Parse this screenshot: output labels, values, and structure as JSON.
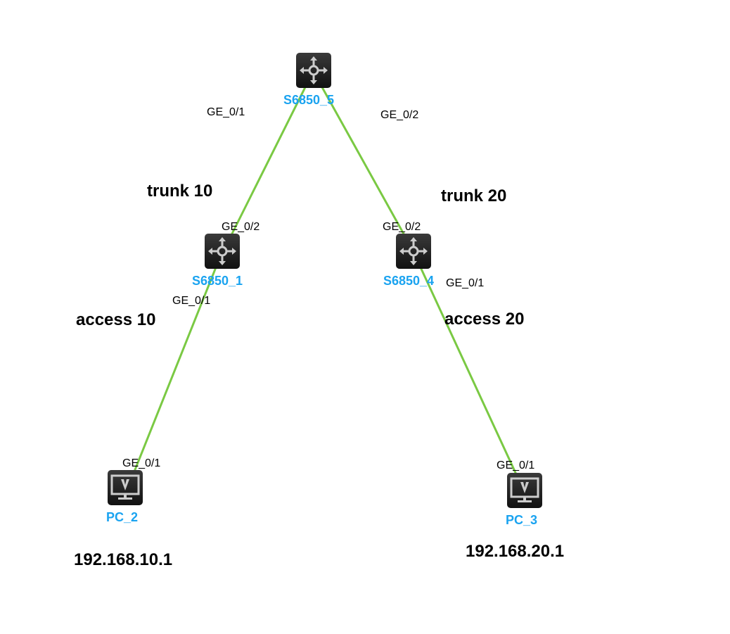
{
  "colors": {
    "link": "#7ac943",
    "device_name": "#1aa3f0"
  },
  "devices": {
    "s5": {
      "name": "S6850_5",
      "icon": "switch-icon"
    },
    "s1": {
      "name": "S6850_1",
      "icon": "switch-icon"
    },
    "s4": {
      "name": "S6850_4",
      "icon": "switch-icon"
    },
    "pc2": {
      "name": "PC_2",
      "icon": "pc-icon"
    },
    "pc3": {
      "name": "PC_3",
      "icon": "pc-icon"
    }
  },
  "ports": {
    "s5_left": "GE_0/1",
    "s5_right": "GE_0/2",
    "s1_up": "GE_0/2",
    "s1_down": "GE_0/1",
    "s4_up": "GE_0/2",
    "s4_down": "GE_0/1",
    "pc2": "GE_0/1",
    "pc3": "GE_0/1"
  },
  "annotations": {
    "trunk_left": "trunk 10",
    "trunk_right": "trunk 20",
    "access_left": "access 10",
    "access_right": "access 20",
    "ip_pc2": "192.168.10.1",
    "ip_pc3": "192.168.20.1"
  }
}
